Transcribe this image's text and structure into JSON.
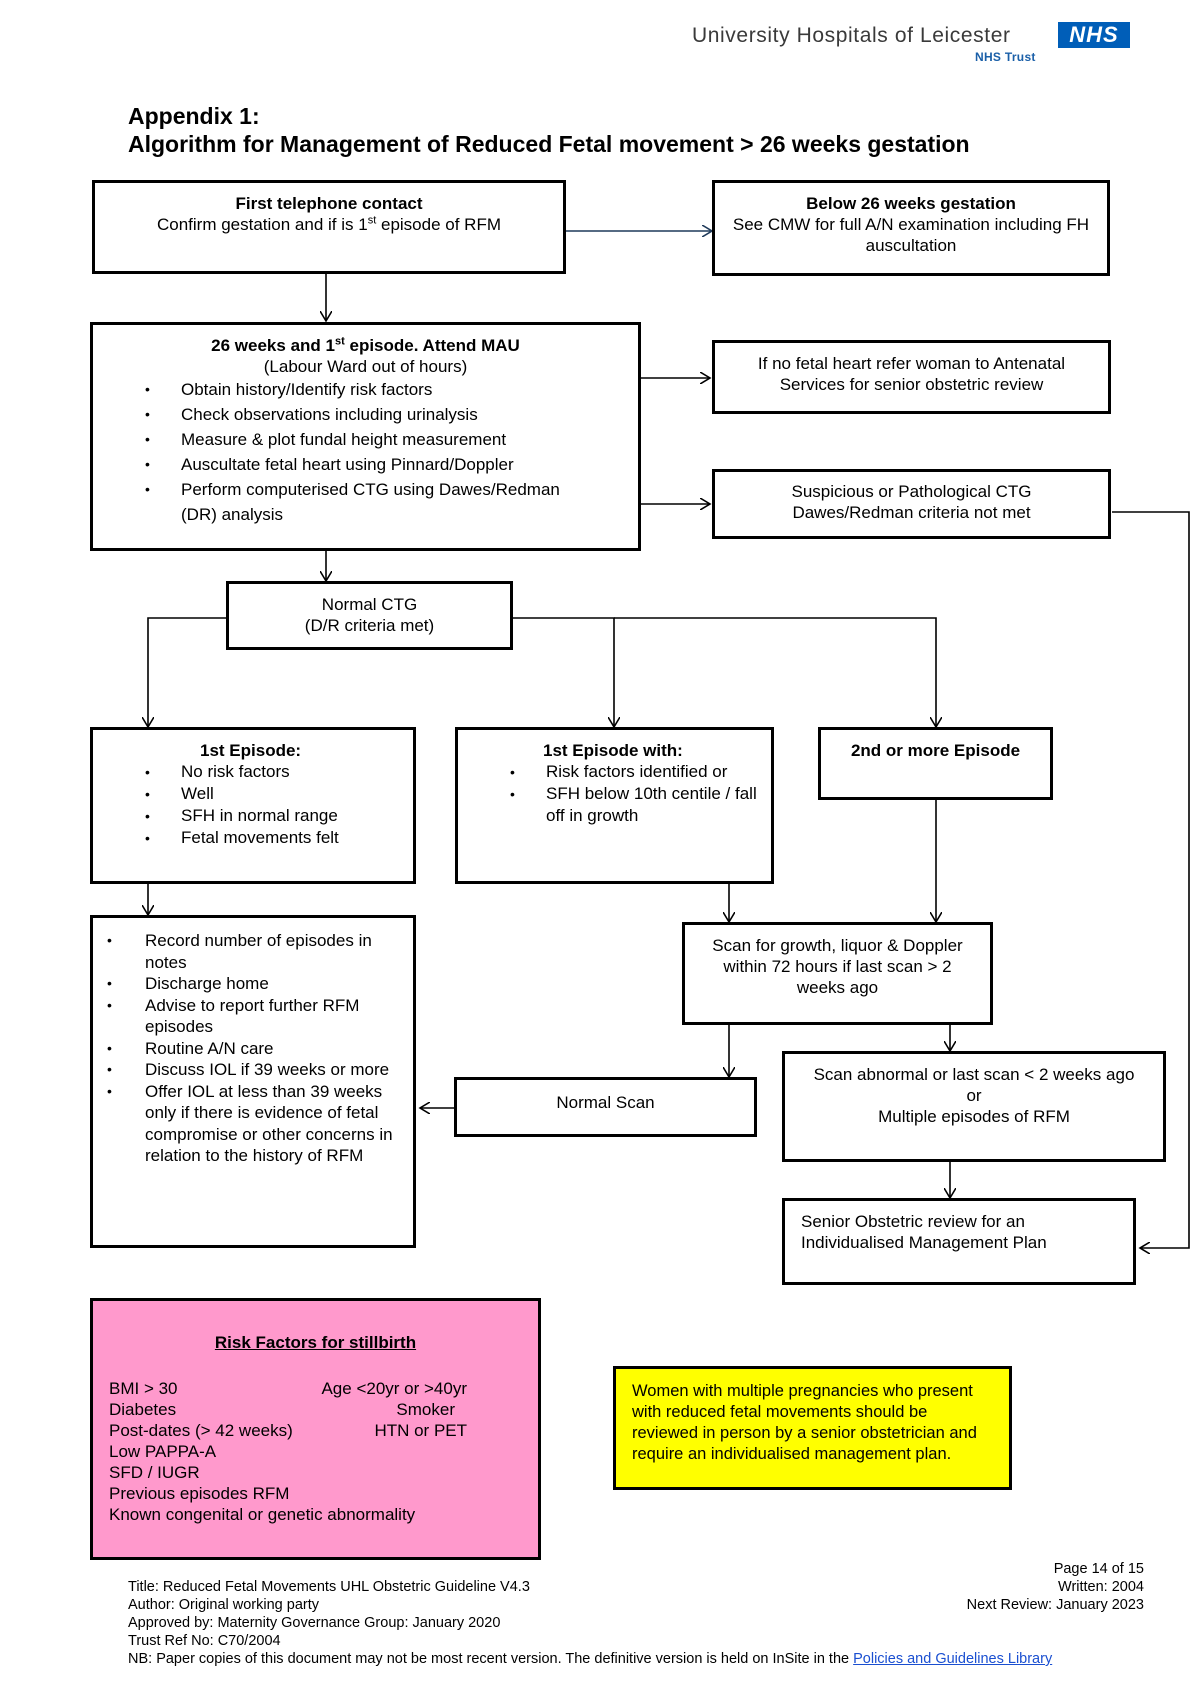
{
  "header": {
    "org_name": "University Hospitals of Leicester",
    "trust_name": "NHS Trust",
    "nhs_logo": "NHS"
  },
  "title": {
    "line1": "Appendix 1:",
    "line2": "Algorithm for Management of Reduced Fetal movement > 26 weeks gestation"
  },
  "boxes": {
    "first_contact": {
      "heading": "First telephone contact",
      "text_a": "Confirm gestation and if is 1",
      "sup": "st",
      "text_b": " episode of RFM"
    },
    "below26": {
      "heading": "Below 26 weeks gestation",
      "text": "See CMW for full A/N examination including FH auscultation"
    },
    "attend_mau": {
      "heading_a": "26 weeks and 1",
      "sup": "st",
      "heading_b": " episode. Attend MAU",
      "sub": "(Labour Ward out of hours)",
      "items": [
        "Obtain history/Identify risk factors",
        "Check observations including urinalysis",
        "Measure & plot fundal height measurement",
        "Auscultate fetal heart using Pinnard/Doppler",
        "Perform computerised CTG using Dawes/Redman (DR) analysis"
      ]
    },
    "no_fetal_heart": {
      "text": "If no fetal heart refer woman to Antenatal Services for senior obstetric review"
    },
    "suspicious_ctg": {
      "line1": "Suspicious or Pathological CTG",
      "line2": "Dawes/Redman criteria not met"
    },
    "normal_ctg": {
      "line1": "Normal CTG",
      "line2": "(D/R criteria met)"
    },
    "first_episode": {
      "heading": "1st Episode:",
      "items": [
        "No risk factors",
        "Well",
        "SFH in normal range",
        " Fetal movements felt"
      ]
    },
    "first_episode_with": {
      "heading": "1st Episode with:",
      "items": [
        "Risk factors identified or",
        "SFH below 10th centile / fall off in growth"
      ]
    },
    "second_episode": {
      "heading": "2nd or more Episode"
    },
    "actions": {
      "items": [
        "Record number of episodes in notes",
        "Discharge home",
        "Advise to report further RFM episodes",
        "Routine A/N care",
        "Discuss IOL if  39  weeks or more",
        "Offer IOL at less than 39 weeks only if there is evidence of fetal compromise or other concerns in relation to the history of RFM"
      ]
    },
    "scan_growth": {
      "text": "Scan for growth, liquor & Doppler within 72 hours if last scan > 2 weeks ago"
    },
    "normal_scan": {
      "text": "Normal Scan"
    },
    "scan_abnormal": {
      "line1": "Scan abnormal or last scan < 2 weeks ago",
      "line2": "or",
      "line3": "Multiple episodes of RFM"
    },
    "senior_review": {
      "text": "Senior Obstetric review for an Individualised Management Plan"
    }
  },
  "risk_factors": {
    "heading": "Risk Factors for stillbirth",
    "left": [
      "BMI > 30",
      "Diabetes",
      "Post-dates (> 42 weeks)",
      "Low PAPPA-A",
      "SFD / IUGR",
      "Previous episodes RFM",
      "Known congenital or genetic abnormality"
    ],
    "right": [
      "Age <20yr or >40yr",
      "Smoker",
      "HTN or PET"
    ]
  },
  "multiple_pregnancy_note": "Women with multiple pregnancies who present with reduced fetal movements should be reviewed in person by a senior obstetrician and require an individualised management plan.",
  "footer": {
    "page": "Page 14 of 15",
    "written": "Written: 2004",
    "next_review": "Next Review: January 2023",
    "doc_title": "Title: Reduced Fetal Movements UHL Obstetric Guideline V4.3",
    "author": "Author: Original working party",
    "approved": "Approved by: Maternity Governance Group: January  2020",
    "trust_ref": "Trust Ref No: C70/2004",
    "nb": "NB: Paper copies of this document may not be most recent version. The definitive version is held on InSite in the ",
    "link": "Policies and Guidelines Library"
  },
  "colors": {
    "risk_box": "#ff99cc",
    "note_box": "#ffff00",
    "nhs_blue": "#005eb8",
    "link": "#1a4fd1"
  }
}
